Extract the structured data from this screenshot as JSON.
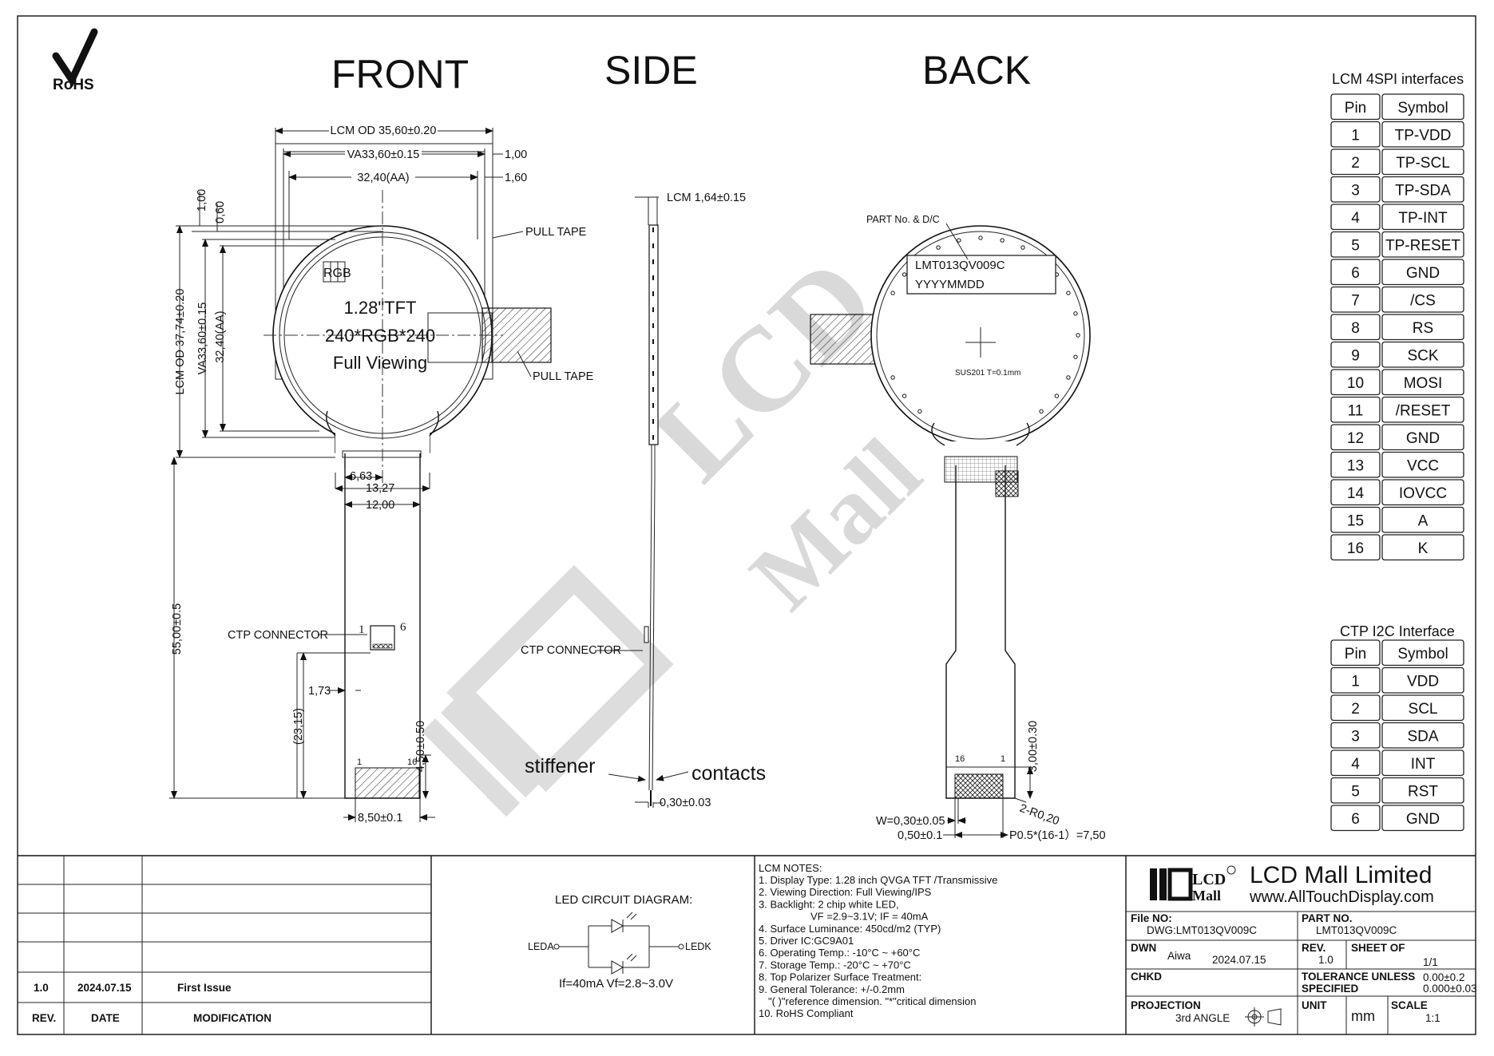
{
  "logo": {
    "rohs": "RoHS"
  },
  "views": {
    "front": "FRONT",
    "side": "SIDE",
    "back": "BACK"
  },
  "front": {
    "lcm_od_w": "LCM OD 35,60±0.20",
    "va_w": "VA33,60±0.15",
    "aa_w": "32,40(AA)",
    "d100": "1,00",
    "d160": "1,60",
    "d100v": "1,00",
    "d060v": "0,60",
    "lcm_od_h": "LCM OD 37,74±0.20",
    "va_h": "VA33,60±0.15",
    "aa_h": "32,40(AA)",
    "pull_tape_1": "PULL TAPE",
    "pull_tape_2": "PULL TAPE",
    "rgb": "RGB",
    "size": "1.28\"TFT",
    "res": "240*RGB*240",
    "viewing": "Full Viewing",
    "d663": "6,63",
    "d1327": "13,27",
    "d1200": "12,00",
    "d5500": "55,00±0.5",
    "ctp_conn": "CTP CONNECTOR",
    "pin1": "1",
    "pin6": "6",
    "d173": "1,73",
    "d2315": "(23,15)",
    "d450": "4,50±0.50",
    "fpc1": "1",
    "fpc16": "16",
    "d850": "8,50±0.1"
  },
  "side": {
    "lcm_t": "LCM 1,64±0.15",
    "ctp_conn": "CTP CONNECTOR",
    "stiffener": "stiffener",
    "contacts": "contacts",
    "d030": "0,30±0.03"
  },
  "back": {
    "part_label": "PART No. & D/C",
    "part_no": "LMT013QV009C",
    "date_code": "YYYYMMDD",
    "sus": "SUS201 T=0.1mm",
    "fpc16": "16",
    "fpc1": "1",
    "d300": "3,00±0.30",
    "r020": "2-R0,20",
    "w": "W=0,30±0.05",
    "d050": "0,50±0.1",
    "pitch": "P0.5*(16-1）=7,50"
  },
  "watermark": {
    "line1": "LCD",
    "line2": "Mall"
  },
  "spi_table": {
    "title": "LCM 4SPI interfaces",
    "headers": [
      "Pin",
      "Symbol"
    ],
    "rows": [
      [
        "1",
        "TP-VDD"
      ],
      [
        "2",
        "TP-SCL"
      ],
      [
        "3",
        "TP-SDA"
      ],
      [
        "4",
        "TP-INT"
      ],
      [
        "5",
        "TP-RESET"
      ],
      [
        "6",
        "GND"
      ],
      [
        "7",
        "/CS"
      ],
      [
        "8",
        "RS"
      ],
      [
        "9",
        "SCK"
      ],
      [
        "10",
        "MOSI"
      ],
      [
        "11",
        "/RESET"
      ],
      [
        "12",
        "GND"
      ],
      [
        "13",
        "VCC"
      ],
      [
        "14",
        "IOVCC"
      ],
      [
        "15",
        "A"
      ],
      [
        "16",
        "K"
      ]
    ]
  },
  "i2c_table": {
    "title": "CTP I2C Interface",
    "headers": [
      "Pin",
      "Symbol"
    ],
    "rows": [
      [
        "1",
        "VDD"
      ],
      [
        "2",
        "SCL"
      ],
      [
        "3",
        "SDA"
      ],
      [
        "4",
        "INT"
      ],
      [
        "5",
        "RST"
      ],
      [
        "6",
        "GND"
      ]
    ]
  },
  "revisions": {
    "row": {
      "rev": "1.0",
      "date": "2024.07.15",
      "mod": "First Issue"
    },
    "header": {
      "rev": "REV.",
      "date": "DATE",
      "mod": "MODIFICATION"
    }
  },
  "led": {
    "title": "LED CIRCUIT DIAGRAM:",
    "leda": "LEDA",
    "ledk": "LEDK",
    "spec": "If=40mA  Vf=2.8~3.0V"
  },
  "notes": {
    "title": "LCM NOTES:",
    "lines": [
      "1. Display Type: 1.28 inch QVGA TFT /Transmissive",
      "2. Viewing Direction: Full Viewing/IPS",
      "3. Backlight: 2 chip white LED,",
      "VF =2.9~3.1V; IF = 40mA",
      "4. Surface Luminance: 450cd/m2 (TYP)",
      "5. Driver IC:GC9A01",
      "6. Operating Temp.: -10°C ~ +60°C",
      "7. Storage Temp.: -20°C ~ +70°C",
      "8. Top Polarizer Surface Treatment:",
      "9. General Tolerance: +/-0.2mm",
      "\"( )\"reference dimension. \"*\"critical dimension",
      "10. RoHS Compliant"
    ]
  },
  "title_block": {
    "logo_lcd": "LCD",
    "logo_mall": "Mall",
    "company": "LCD Mall Limited",
    "website": "www.AllTouchDisplay.com",
    "file_no_label": "File NO:",
    "file_no": "DWG:LMT013QV009C",
    "part_no_label": "PART NO.",
    "part_no": "LMT013QV009C",
    "dwn_label": "DWN",
    "dwn": "Aiwa",
    "dwn_date": "2024.07.15",
    "rev_label": "REV.",
    "rev": "1.0",
    "sheet_label": "SHEET OF",
    "sheet": "1/1",
    "chkd_label": "CHKD",
    "tol_label_1": "TOLERANCE UNLESS",
    "tol_label_2": "SPECIFIED",
    "tol_1": "0.00±0.2",
    "tol_2": "0.000±0.03",
    "proj_label": "PROJECTION",
    "proj": "3rd ANGLE",
    "unit_label": "UNIT",
    "unit": "mm",
    "scale_label": "SCALE",
    "scale": "1:1"
  }
}
